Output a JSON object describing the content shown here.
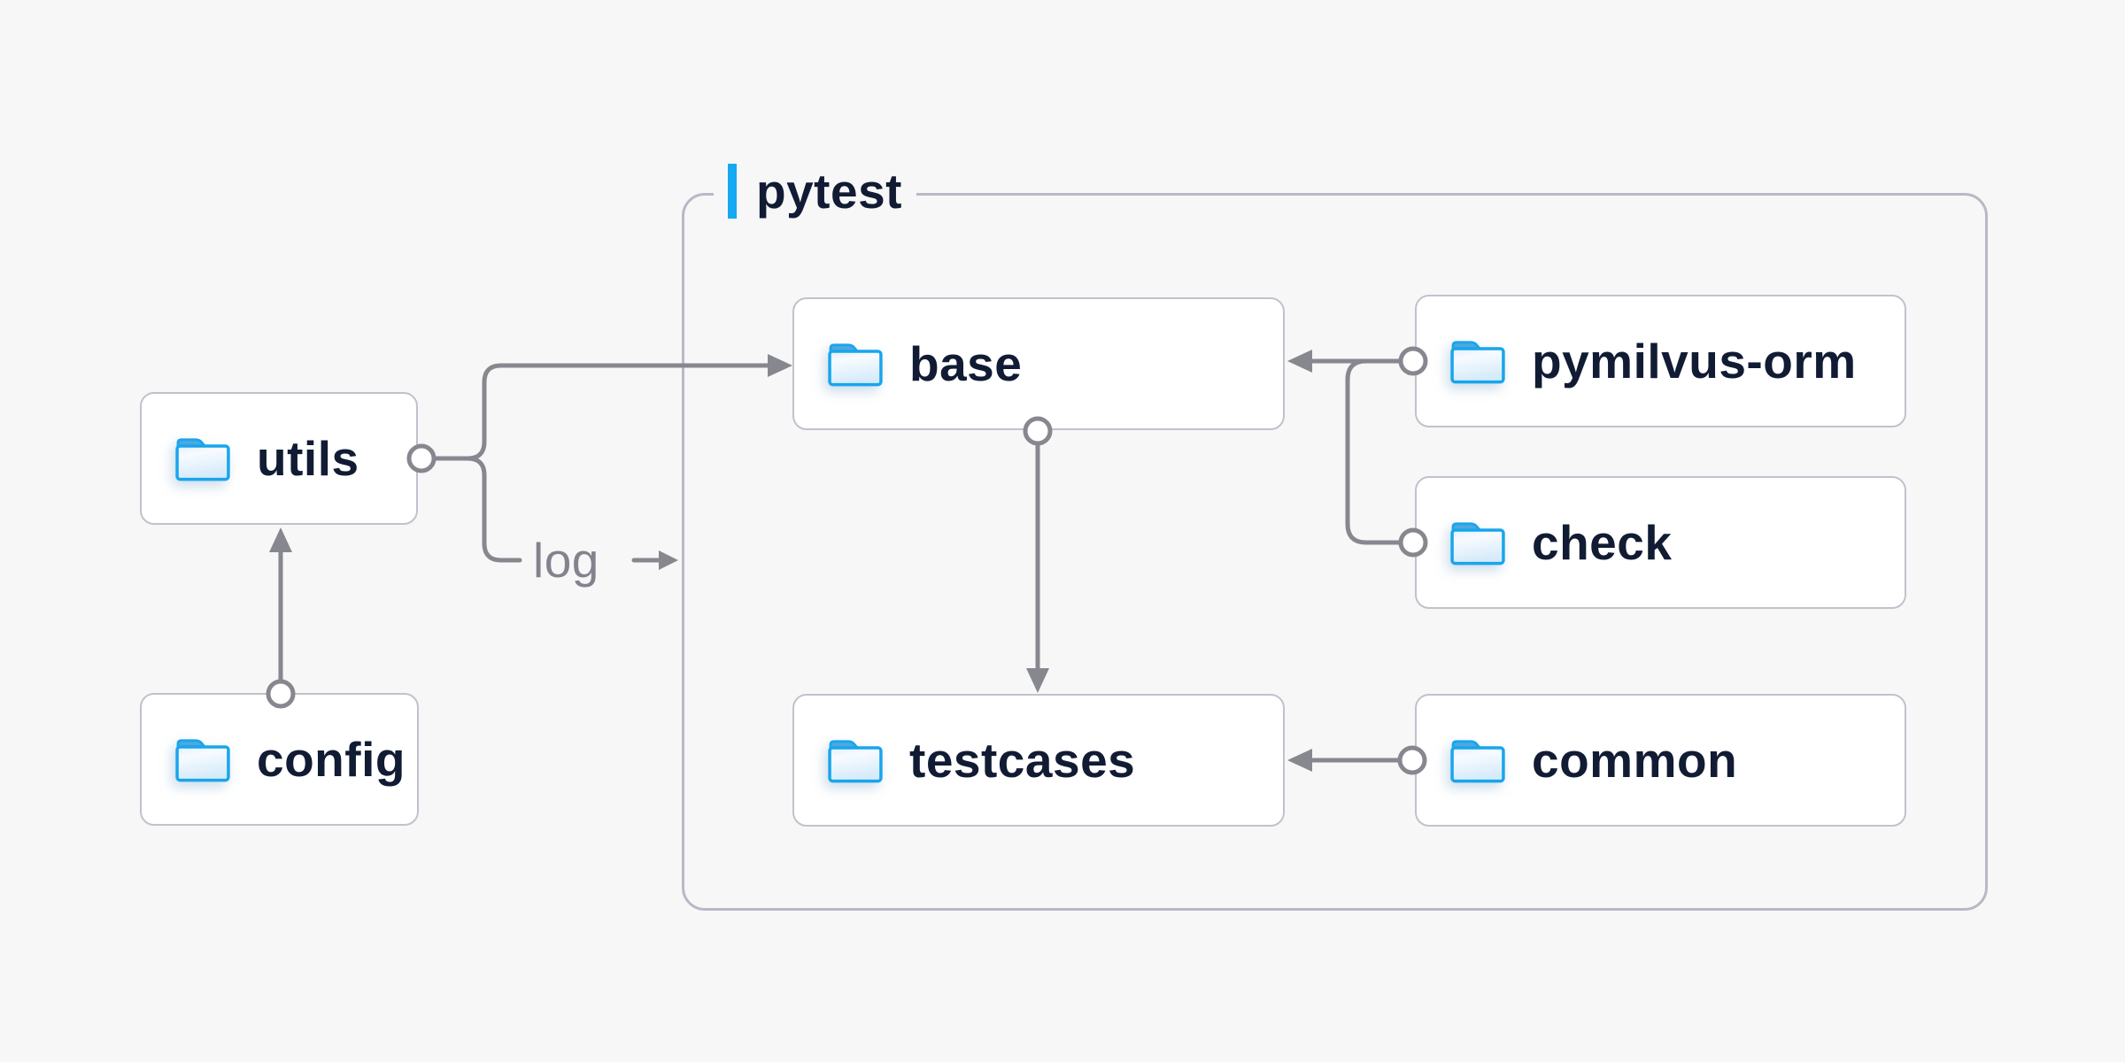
{
  "diagram": {
    "container_label": "pytest",
    "log_label": "log",
    "colors": {
      "background": "#f7f7f8",
      "node_background": "#ffffff",
      "node_border": "#c2c1cc",
      "group_border": "#b9b8c6",
      "connector_gray": "#87878f",
      "label_text": "#111b33",
      "accent_blue": "#14a9f1",
      "folder_outline": "#18a5ec",
      "folder_tab": "#4fa8df"
    },
    "icons": {
      "node_icon": "folder-icon"
    },
    "nodes": [
      {
        "id": "utils",
        "label": "utils"
      },
      {
        "id": "config",
        "label": "config"
      },
      {
        "id": "base",
        "label": "base"
      },
      {
        "id": "pymilvus-orm",
        "label": "pymilvus-orm"
      },
      {
        "id": "check",
        "label": "check"
      },
      {
        "id": "testcases",
        "label": "testcases"
      },
      {
        "id": "common",
        "label": "common"
      }
    ],
    "edges": [
      {
        "from": "config",
        "to": "utils"
      },
      {
        "from": "utils",
        "to": "base"
      },
      {
        "from": "utils",
        "to": "log"
      },
      {
        "from": "pymilvus-orm",
        "to": "base"
      },
      {
        "from": "check",
        "to": "base"
      },
      {
        "from": "base",
        "to": "testcases"
      },
      {
        "from": "common",
        "to": "testcases"
      }
    ]
  }
}
